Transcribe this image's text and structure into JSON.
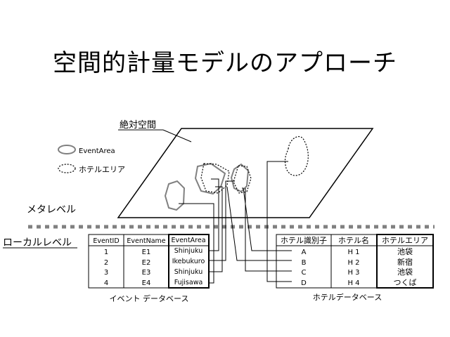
{
  "title": "空間的計量モデルのアプローチ",
  "labels": {
    "absolute_space": "絶対空間",
    "meta_level": "メタレベル",
    "local_level": "ローカルレベル",
    "event_db_caption": "イベント データベース",
    "hotel_db_caption": "ホテルデータベース"
  },
  "legend": {
    "event_area": "EventArea",
    "hotel_area": "ホテルエリア"
  },
  "event_table": {
    "headers": [
      "EventID",
      "EventName",
      "EventArea"
    ],
    "rows": [
      [
        "1",
        "E1",
        "Shinjuku"
      ],
      [
        "2",
        "E2",
        "Ikebukuro"
      ],
      [
        "3",
        "E3",
        "Shinjuku"
      ],
      [
        "4",
        "E4",
        "Fujisawa"
      ]
    ]
  },
  "hotel_table": {
    "headers": [
      "ホテル識別子",
      "ホテル名",
      "ホテルエリア"
    ],
    "rows": [
      [
        "A",
        "H 1",
        "池袋"
      ],
      [
        "B",
        "H 2",
        "新宿"
      ],
      [
        "C",
        "H 3",
        "池袋"
      ],
      [
        "D",
        "H 4",
        "つくば"
      ]
    ]
  },
  "colors": {
    "event_area": "#808080",
    "divider": "#808080",
    "line": "#000000"
  }
}
